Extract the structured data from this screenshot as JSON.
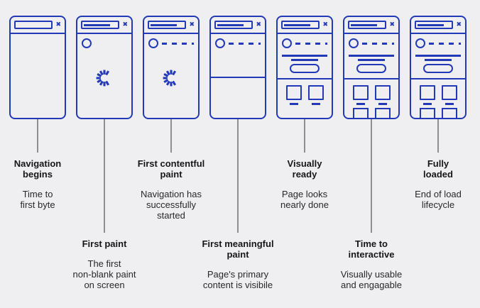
{
  "colors": {
    "background": "#efeff1",
    "accent": "#2239b8",
    "connector": "#8f8f90",
    "title_text": "#161616",
    "description_text": "#28282a"
  },
  "icons": {
    "close": "✖",
    "logo": "logo-circle",
    "spinner": "loading-spinner"
  },
  "stages": [
    {
      "name": "navigation-begins",
      "title": "Navigation\nbegins",
      "description": "Time to\nfirst byte",
      "label_position": "top",
      "window_state": "blank window, empty address bar"
    },
    {
      "name": "first-paint",
      "title": "First paint",
      "description": "The first\nnon-blank paint\non screen",
      "label_position": "bottom",
      "window_state": "url typed, logo circle, loading spinner"
    },
    {
      "name": "first-contentful-paint",
      "title": "First contentful\npaint",
      "description": "Navigation has\nsuccessfully\nstarted",
      "label_position": "top",
      "window_state": "logo circle, nav dashes, loading spinner"
    },
    {
      "name": "first-meaningful-paint",
      "title": "First meaningful\npaint",
      "description": "Page's primary\ncontent is visibile",
      "label_position": "bottom",
      "window_state": "header row and content section divider"
    },
    {
      "name": "visually-ready",
      "title": "Visually\nready",
      "description": "Page looks\nnearly done",
      "label_position": "top",
      "window_state": "header, hero text lines, button, two cards"
    },
    {
      "name": "time-to-interactive",
      "title": "Time to\ninteractive",
      "description": "Visually usable\nand engagable",
      "label_position": "bottom",
      "window_state": "full layout with four cards"
    },
    {
      "name": "fully-loaded",
      "title": "Fully\nloaded",
      "description": "End of load\nlifecycle",
      "label_position": "top",
      "window_state": "full layout with four cards"
    }
  ]
}
